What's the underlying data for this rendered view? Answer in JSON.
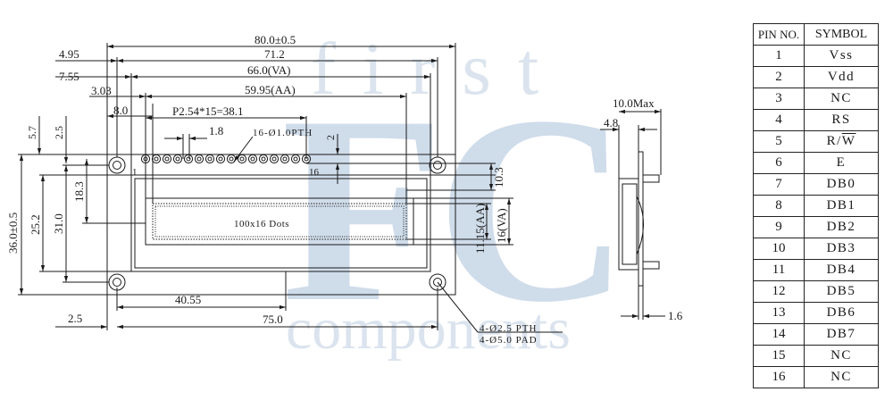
{
  "watermark": {
    "word_top": "first",
    "word_big": "FC",
    "word_bottom": "components",
    "color": "#cfdcea"
  },
  "front_view": {
    "dim_total_width": "80.0±0.5",
    "dim_pcb_hole_span": "71.2",
    "dim_va_width": "66.0(VA)",
    "dim_aa_width": "59.95(AA)",
    "dim_pitch": "P2.54*15=38.1",
    "dim_pin_spacing": "1.8",
    "pin_note": "16-Ø1.0PTH",
    "dim_pin_row": "2",
    "dim_left_4_95": "4.95",
    "dim_left_7_55": "7.55",
    "dim_left_3_03": "3.03",
    "dim_left_8_0": "8.0",
    "dim_top_5_7": "5.7",
    "dim_top_2_5": "2.5",
    "dim_total_height": "36.0±0.5",
    "dim_25_2": "25.2",
    "dim_31_0": "31.0",
    "dim_18_3": "18.3",
    "dim_10_3": "10.3",
    "dim_aa_height": "11.15(AA)",
    "dim_va_height": "16(VA)",
    "dim_40_55": "40.55",
    "dim_75_0": "75.0",
    "dim_bottom_2_5": "2.5",
    "pin_first": "1",
    "pin_last": "16",
    "display_label": "100x16 Dots",
    "hole_note_1": "4-Ø2.5 PTH",
    "hole_note_2": "4-Ø5.0 PAD"
  },
  "side_view": {
    "dim_thickness": "10.0Max",
    "dim_4_8": "4.8",
    "dim_1_6": "1.6"
  },
  "pin_table": {
    "headers": [
      "PIN NO.",
      "SYMBOL"
    ],
    "rows": [
      {
        "pin": "1",
        "symbol": "Vss"
      },
      {
        "pin": "2",
        "symbol": "Vdd"
      },
      {
        "pin": "3",
        "symbol": "NC"
      },
      {
        "pin": "4",
        "symbol": "RS"
      },
      {
        "pin": "5",
        "symbol_prefix": "R/",
        "symbol_overline": "W"
      },
      {
        "pin": "6",
        "symbol": "E"
      },
      {
        "pin": "7",
        "symbol": "DB0"
      },
      {
        "pin": "8",
        "symbol": "DB1"
      },
      {
        "pin": "9",
        "symbol": "DB2"
      },
      {
        "pin": "10",
        "symbol": "DB3"
      },
      {
        "pin": "11",
        "symbol": "DB4"
      },
      {
        "pin": "12",
        "symbol": "DB5"
      },
      {
        "pin": "13",
        "symbol": "DB6"
      },
      {
        "pin": "14",
        "symbol": "DB7"
      },
      {
        "pin": "15",
        "symbol": "NC"
      },
      {
        "pin": "16",
        "symbol": "NC"
      }
    ]
  }
}
